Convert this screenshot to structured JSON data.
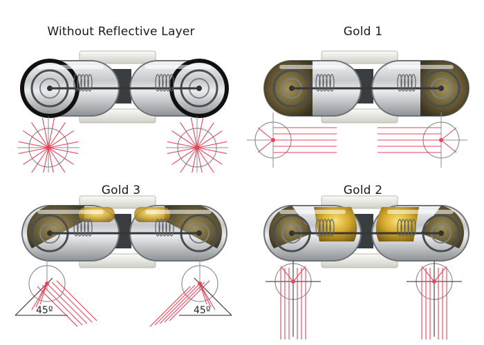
{
  "panels": [
    {
      "id": "none",
      "title": "Without Reflective Layer",
      "reflector": "none",
      "beam": "radial"
    },
    {
      "id": "gold1",
      "title": "Gold 1",
      "reflector": "gold1",
      "beam": "horizontal"
    },
    {
      "id": "gold3",
      "title": "Gold 3",
      "reflector": "gold3",
      "beam": "angled",
      "angle_label": "45º"
    },
    {
      "id": "gold2",
      "title": "Gold 2",
      "reflector": "gold2",
      "beam": "downward"
    }
  ],
  "colors": {
    "ray": "#e8435a",
    "gold": "#c9a23a",
    "gold_dark": "#5a4a1e",
    "glass": "#d8dadc",
    "mount": "#eeeee8",
    "outline": "#8a8f93"
  }
}
